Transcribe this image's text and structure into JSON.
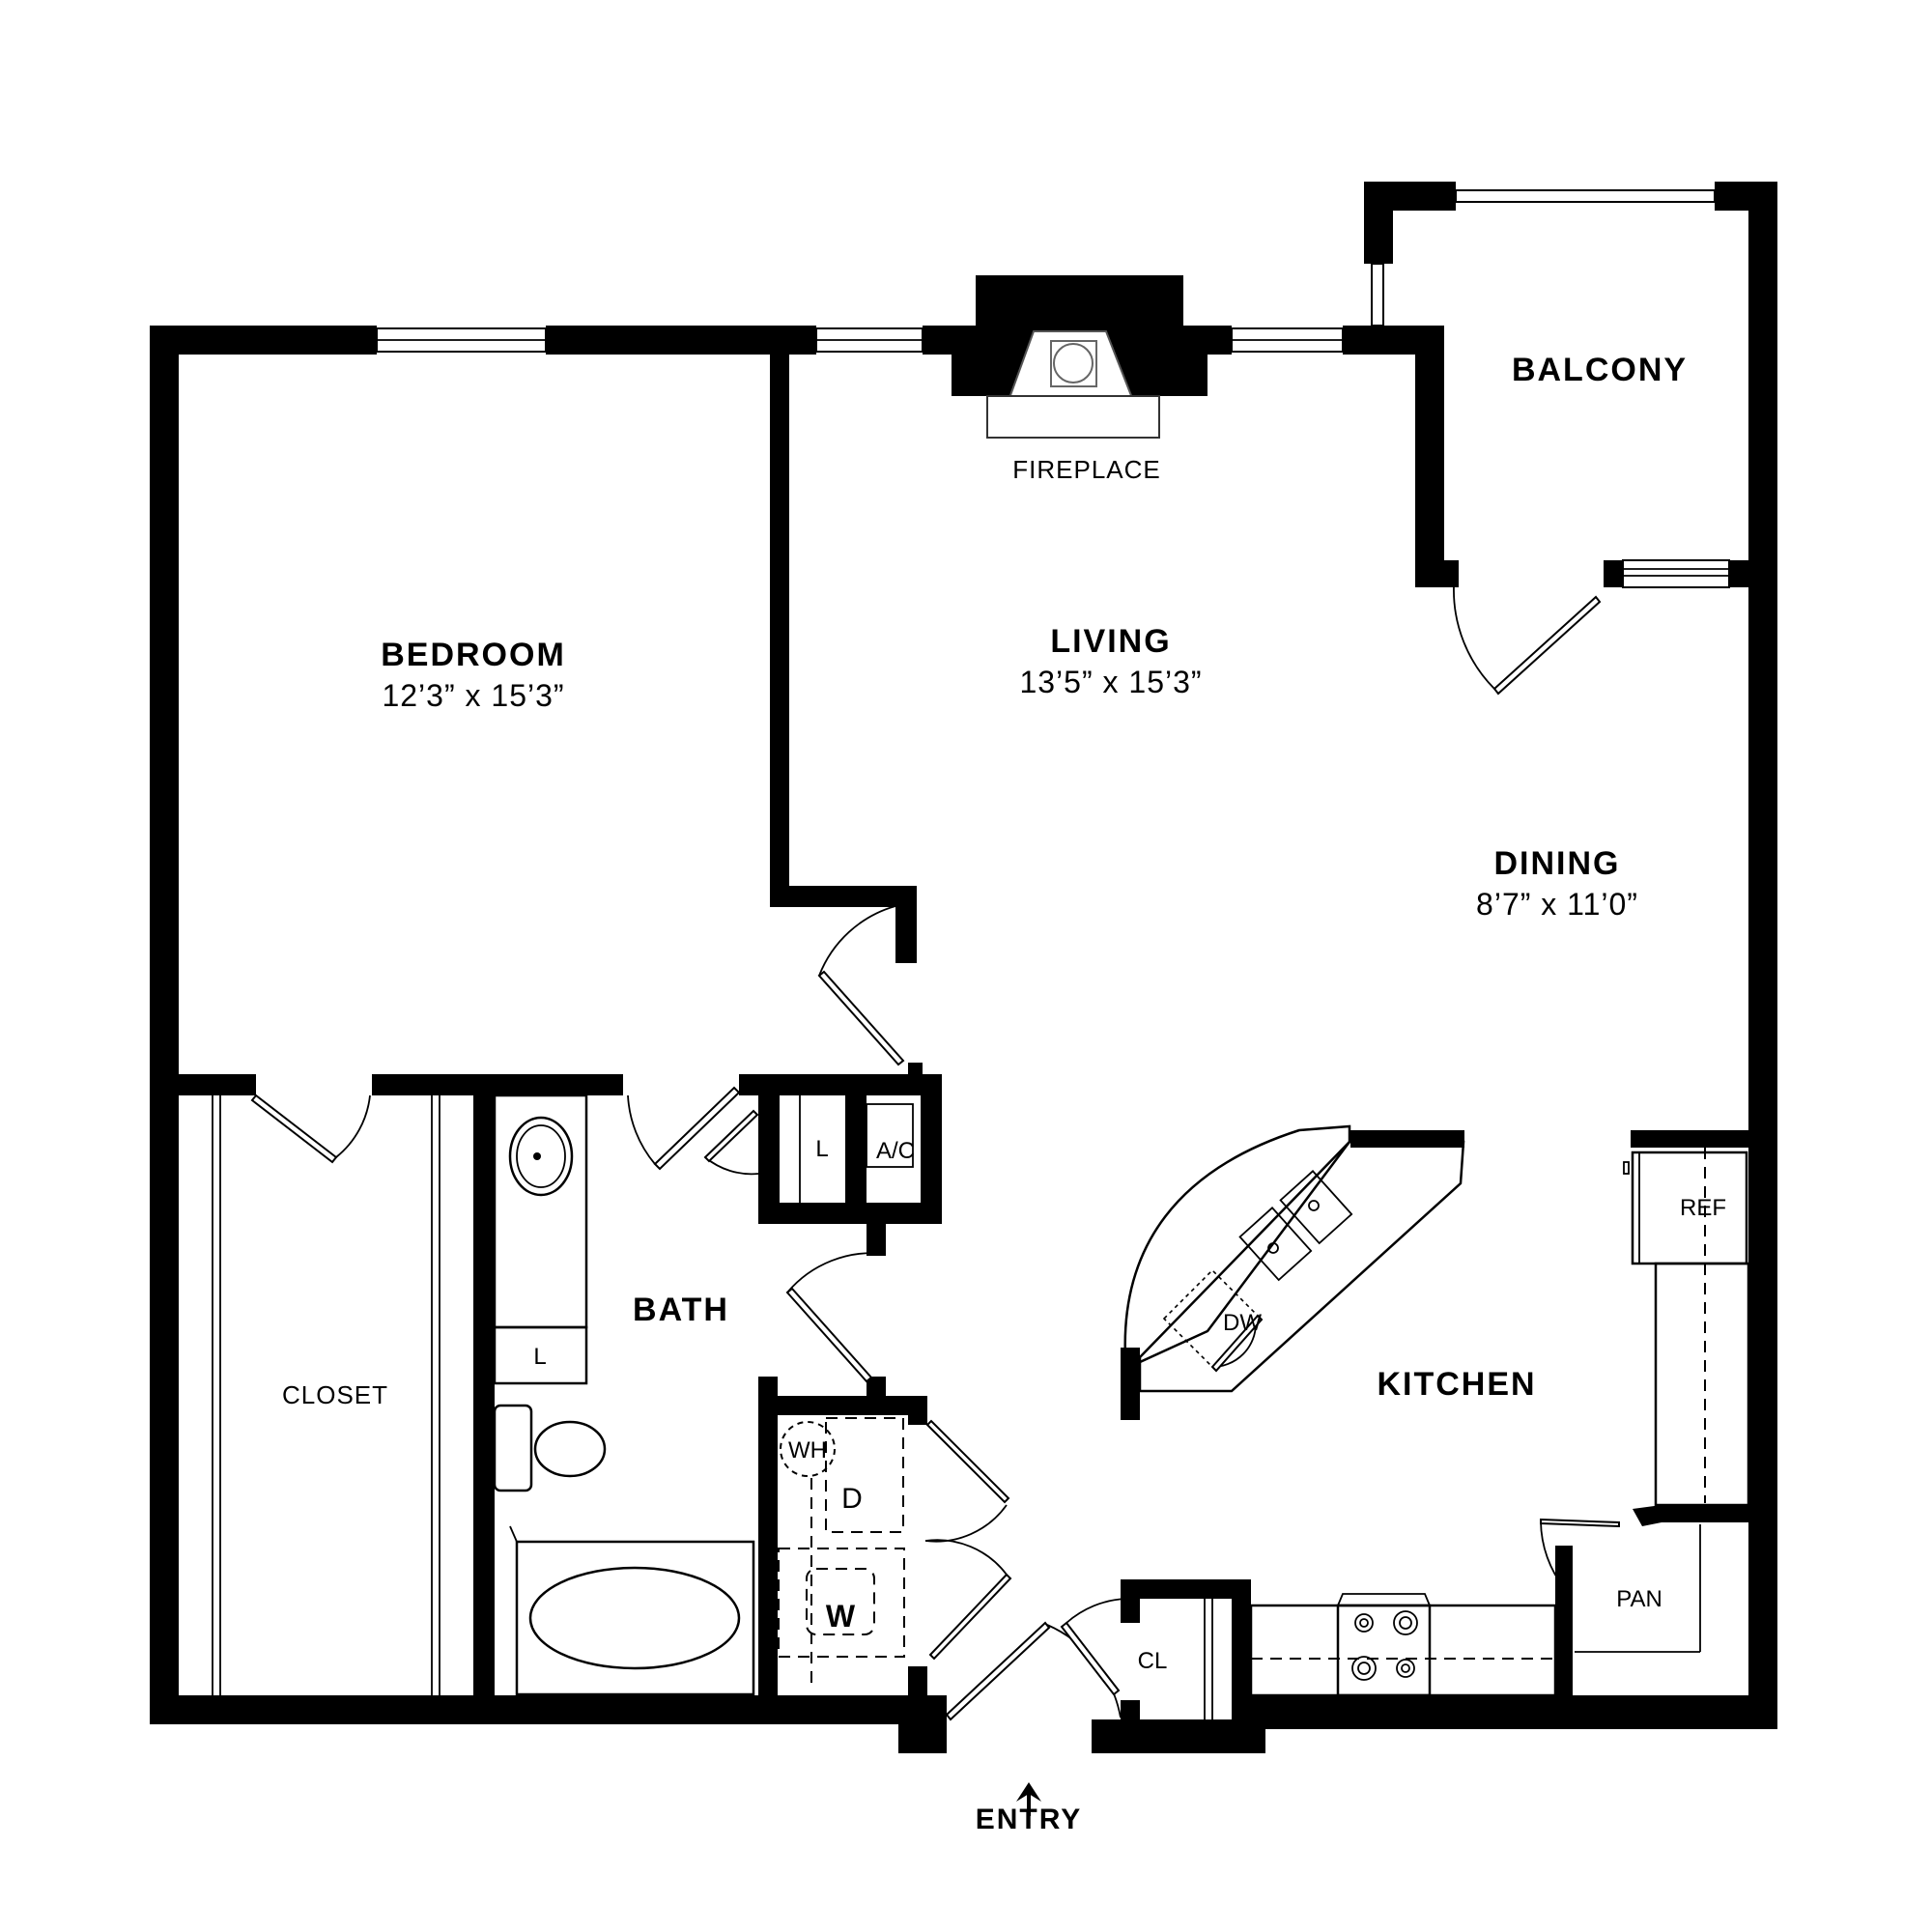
{
  "floorplan": {
    "rooms": {
      "bedroom": {
        "name": "BEDROOM",
        "dims": "12’3” x 15’3”"
      },
      "living": {
        "name": "LIVING",
        "dims": "13’5” x 15’3”"
      },
      "dining": {
        "name": "DINING",
        "dims": "8’7” x 11’0”"
      },
      "balcony": {
        "name": "BALCONY"
      },
      "kitchen": {
        "name": "KITCHEN"
      },
      "bath": {
        "name": "BATH"
      },
      "closet": {
        "name": "CLOSET"
      }
    },
    "fixtures": {
      "fireplace": "FIREPLACE",
      "linen_hall": "L",
      "ac": "A/C",
      "linen_bath": "L",
      "water_heater": "WH",
      "dryer": "D",
      "washer": "W",
      "dishwasher": "DW",
      "refrigerator": "REF",
      "pantry": "PAN",
      "coat_closet": "CL"
    },
    "entry": {
      "label": "ENTRY",
      "icon": "arrow-up-icon"
    },
    "colors": {
      "wall": "#000000",
      "background": "#ffffff"
    }
  }
}
